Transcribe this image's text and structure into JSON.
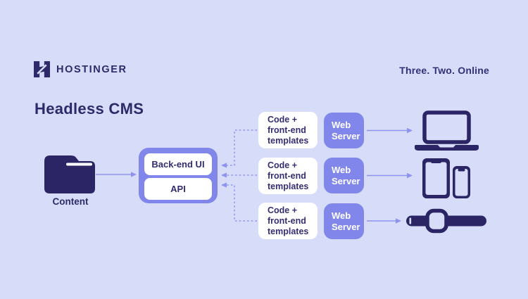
{
  "colors": {
    "background": "#d7ddf9",
    "accent_purple": "#8187ea",
    "dark_navy": "#2e2a6a",
    "connector_purple": "#8e93ee",
    "box_white": "#ffffff"
  },
  "header": {
    "brand": "HOSTINGER",
    "tagline": "Three. Two. Online"
  },
  "title": "Headless CMS",
  "diagram": {
    "source": {
      "label": "Content",
      "icon": "folder-icon"
    },
    "backend": {
      "ui_label": "Back-end UI",
      "api_label": "API"
    },
    "pipelines": [
      {
        "code": [
          "Code +",
          "front-end",
          "templates"
        ],
        "server": [
          "Web",
          "Server"
        ],
        "device": "laptop"
      },
      {
        "code": [
          "Code +",
          "front-end",
          "templates"
        ],
        "server": [
          "Web",
          "Server"
        ],
        "device": "tablet-and-phone"
      },
      {
        "code": [
          "Code +",
          "front-end",
          "templates"
        ],
        "server": [
          "Web",
          "Server"
        ],
        "device": "smartwatch"
      }
    ]
  }
}
